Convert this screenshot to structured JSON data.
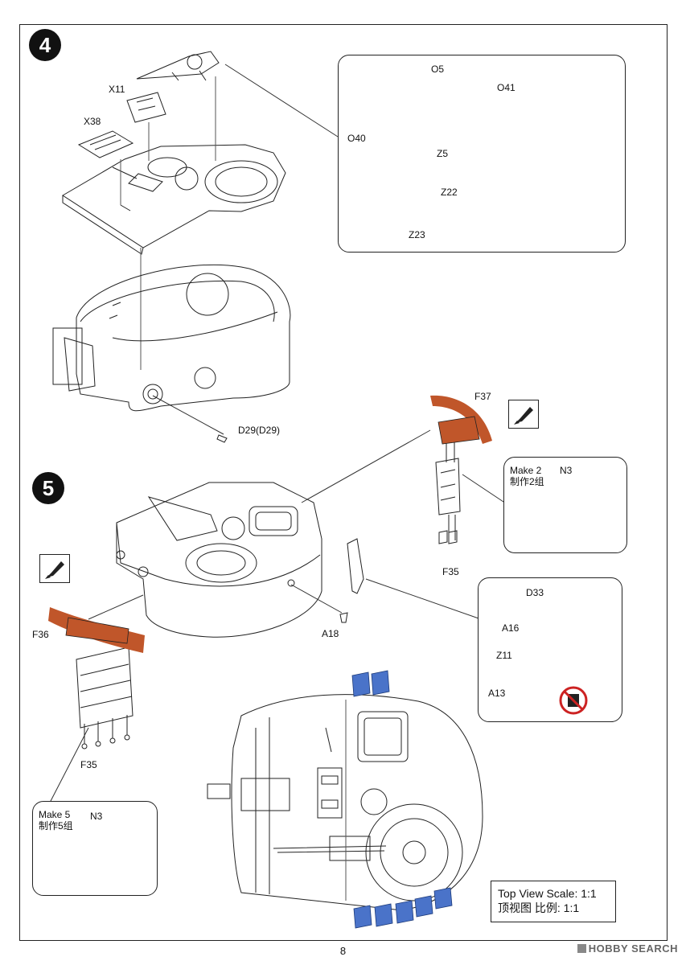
{
  "steps": {
    "step4": {
      "number": "4"
    },
    "step5": {
      "number": "5"
    }
  },
  "labels": {
    "x11": "X11",
    "x38": "X38",
    "d29": "D29(D29)",
    "o5": "O5",
    "o41": "O41",
    "o40": "O40",
    "z5": "Z5",
    "z22": "Z22",
    "z23": "Z23",
    "f37": "F37",
    "f35_right": "F35",
    "f36": "F36",
    "f35_left": "F35",
    "a18": "A18",
    "d33": "D33",
    "a16": "A16",
    "z11": "Z11",
    "a13": "A13"
  },
  "make_boxes": {
    "right": {
      "line1": "Make 2",
      "line2": "制作2组",
      "part": "N3"
    },
    "left": {
      "line1": "Make 5",
      "line2": "制作5组",
      "part": "N3"
    }
  },
  "scale": {
    "line1": "Top View Scale: 1:1",
    "line2": "顶视图 比例: 1:1"
  },
  "page": {
    "number": "8"
  },
  "watermark": {
    "text": "HOBBY SEARCH"
  },
  "colors": {
    "track_orange": "#c0562a",
    "hatch_blue": "#4a73c9",
    "stroke": "#222222"
  },
  "icons": [
    "paintbrush-icon",
    "no-glue-icon"
  ]
}
